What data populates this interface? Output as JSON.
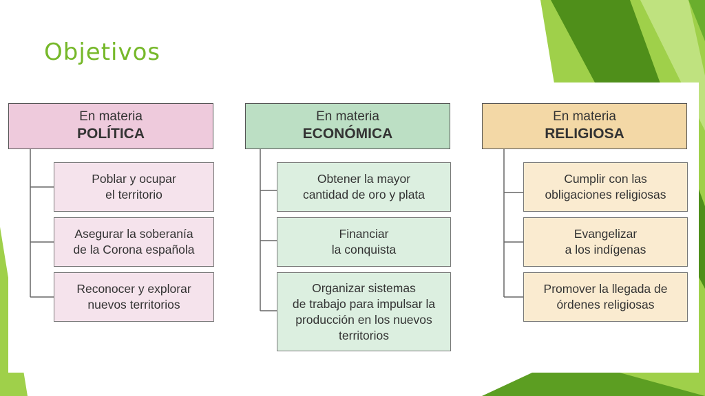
{
  "title": "Objetivos",
  "colors": {
    "title": "#76b82a",
    "green_dark": "#4f8f1a",
    "green_light": "#9fd04a",
    "politica_header": "#eecadc",
    "politica_item": "#f5e3ec",
    "economica_header": "#bcdfc4",
    "economica_item": "#dcefe0",
    "religiosa_header": "#f3d8a6",
    "religiosa_item": "#faebd0"
  },
  "columns": [
    {
      "header_small": "En materia",
      "header_big": "POLÍTICA",
      "items": [
        "Poblar y ocupar\nel territorio",
        "Asegurar la soberanía\nde la Corona española",
        "Reconocer y explorar\nnuevos territorios"
      ]
    },
    {
      "header_small": "En materia",
      "header_big": "ECONÓMICA",
      "items": [
        "Obtener la mayor\ncantidad de oro y plata",
        "Financiar\nla conquista",
        "Organizar sistemas\nde trabajo para impulsar la\nproducción en los nuevos\nterritorios"
      ]
    },
    {
      "header_small": "En materia",
      "header_big": "RELIGIOSA",
      "items": [
        "Cumplir con las\nobligaciones religiosas",
        "Evangelizar\na los indígenas",
        "Promover la llegada de\nórdenes religiosas"
      ]
    }
  ]
}
